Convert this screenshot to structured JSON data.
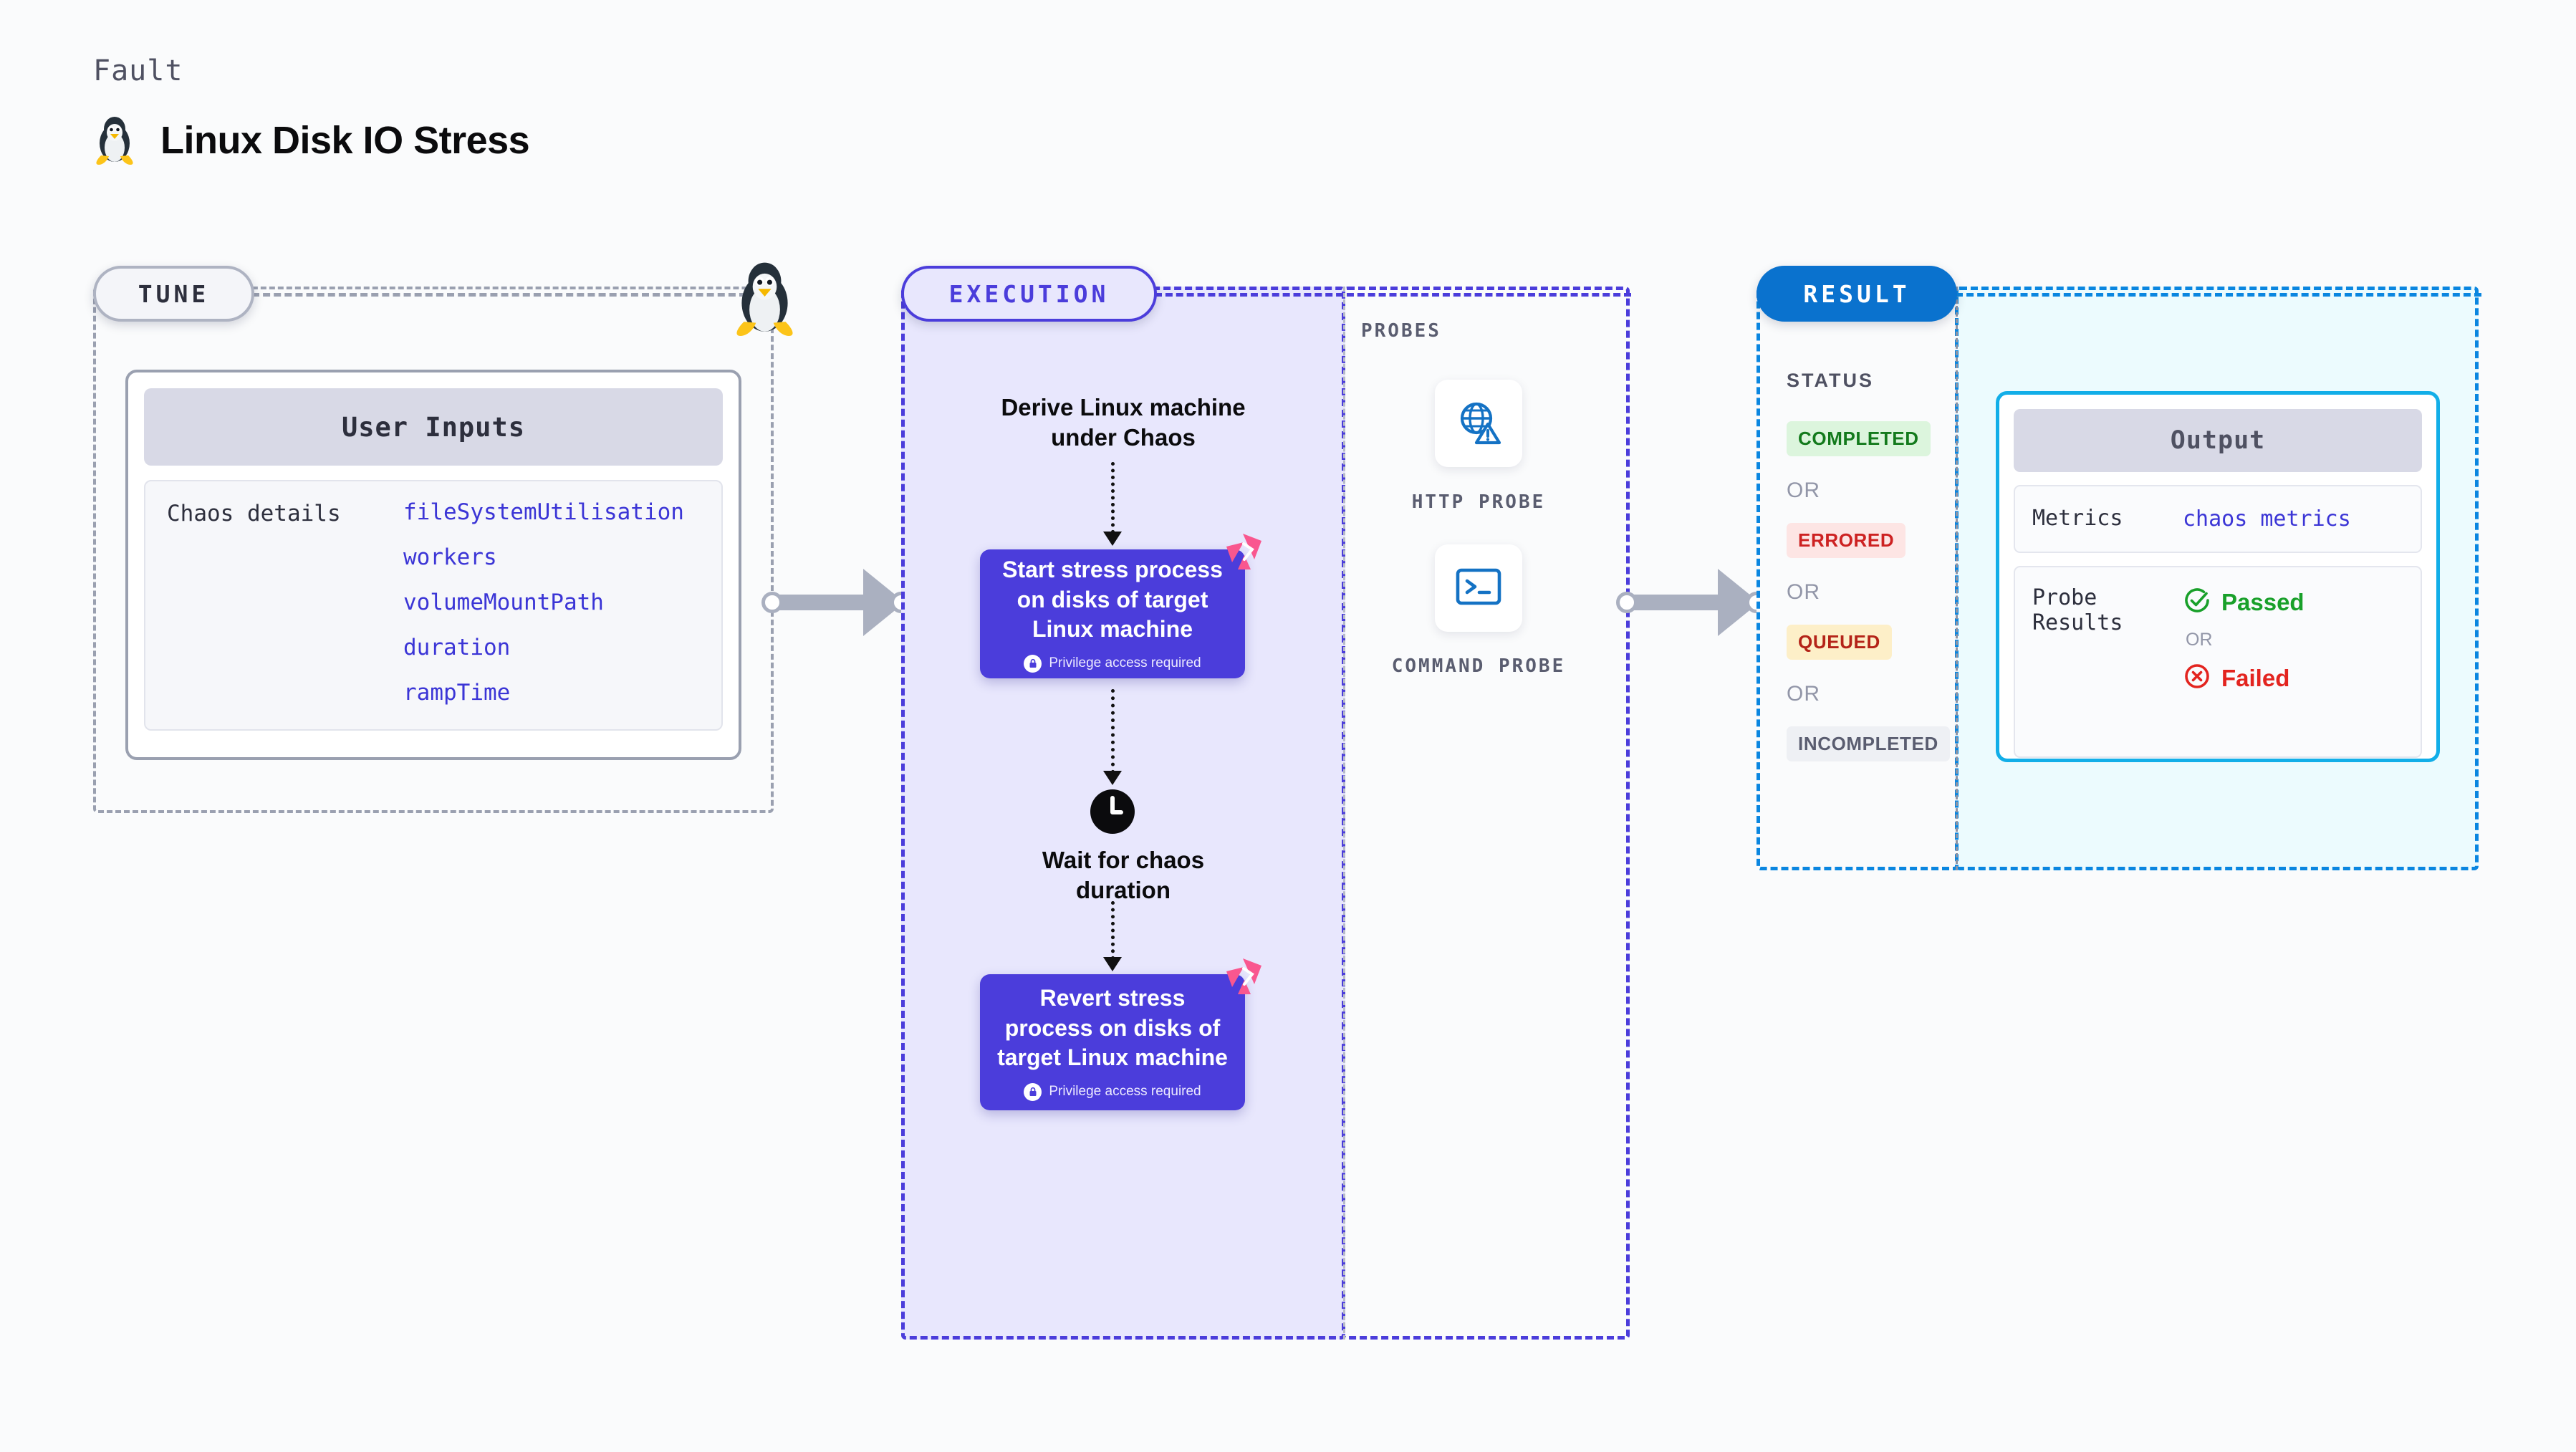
{
  "header": {
    "kicker": "Fault",
    "title": "Linux Disk IO Stress",
    "icon": "linux-penguin-icon"
  },
  "tune": {
    "pill_label": "TUNE",
    "marker_icon": "linux-penguin-icon",
    "user_inputs": {
      "heading": "User Inputs",
      "row_label": "Chaos details",
      "params": [
        "fileSystemUtilisation",
        "workers",
        "volumeMountPath",
        "duration",
        "rampTime"
      ]
    }
  },
  "execution": {
    "pill_label": "EXECUTION",
    "steps": [
      {
        "type": "text",
        "label": "Derive Linux machine\nunder Chaos"
      },
      {
        "type": "box",
        "label": "Start stress process on disks of target Linux machine",
        "privilege_note": "Privilege access required",
        "lock_icon": "lock-icon",
        "badge_icon": "chaos-triangle-icon"
      },
      {
        "type": "clock",
        "icon": "clock-icon",
        "label": "Wait for chaos\nduration"
      },
      {
        "type": "box",
        "label": "Revert stress process on disks of target Linux machine",
        "privilege_note": "Privilege access required",
        "lock_icon": "lock-icon",
        "badge_icon": "chaos-triangle-icon"
      }
    ]
  },
  "probes": {
    "section_label": "PROBES",
    "items": [
      {
        "label": "HTTP PROBE",
        "icon": "globe-warning-icon"
      },
      {
        "label": "COMMAND PROBE",
        "icon": "terminal-icon"
      }
    ]
  },
  "result": {
    "pill_label": "RESULT",
    "status_label": "STATUS",
    "or_label": "OR",
    "statuses": [
      {
        "label": "COMPLETED",
        "bg": "#dcf5dd",
        "fg": "#137a1c"
      },
      {
        "label": "ERRORED",
        "bg": "#fde5e4",
        "fg": "#cd2222"
      },
      {
        "label": "QUEUED",
        "bg": "#fdefc8",
        "fg": "#b42318"
      },
      {
        "label": "INCOMPLETED",
        "bg": "#eef0f4",
        "fg": "#5a5d70"
      }
    ]
  },
  "output": {
    "heading": "Output",
    "metrics_key": "Metrics",
    "metrics_value": "chaos metrics",
    "probe_results_key": "Probe\nResults",
    "passed_label": "Passed",
    "failed_label": "Failed",
    "or_label": "OR",
    "passed_icon": "check-circle-icon",
    "failed_icon": "x-circle-icon"
  },
  "colors": {
    "execution_accent": "#4b3ddb",
    "result_accent": "#0a86e0",
    "output_border": "#12aee8",
    "param_text": "#3b35d6",
    "neutral_dash": "#9aa0b0",
    "connector": "#aab0c0",
    "chaos_badge": "#f9578f"
  }
}
